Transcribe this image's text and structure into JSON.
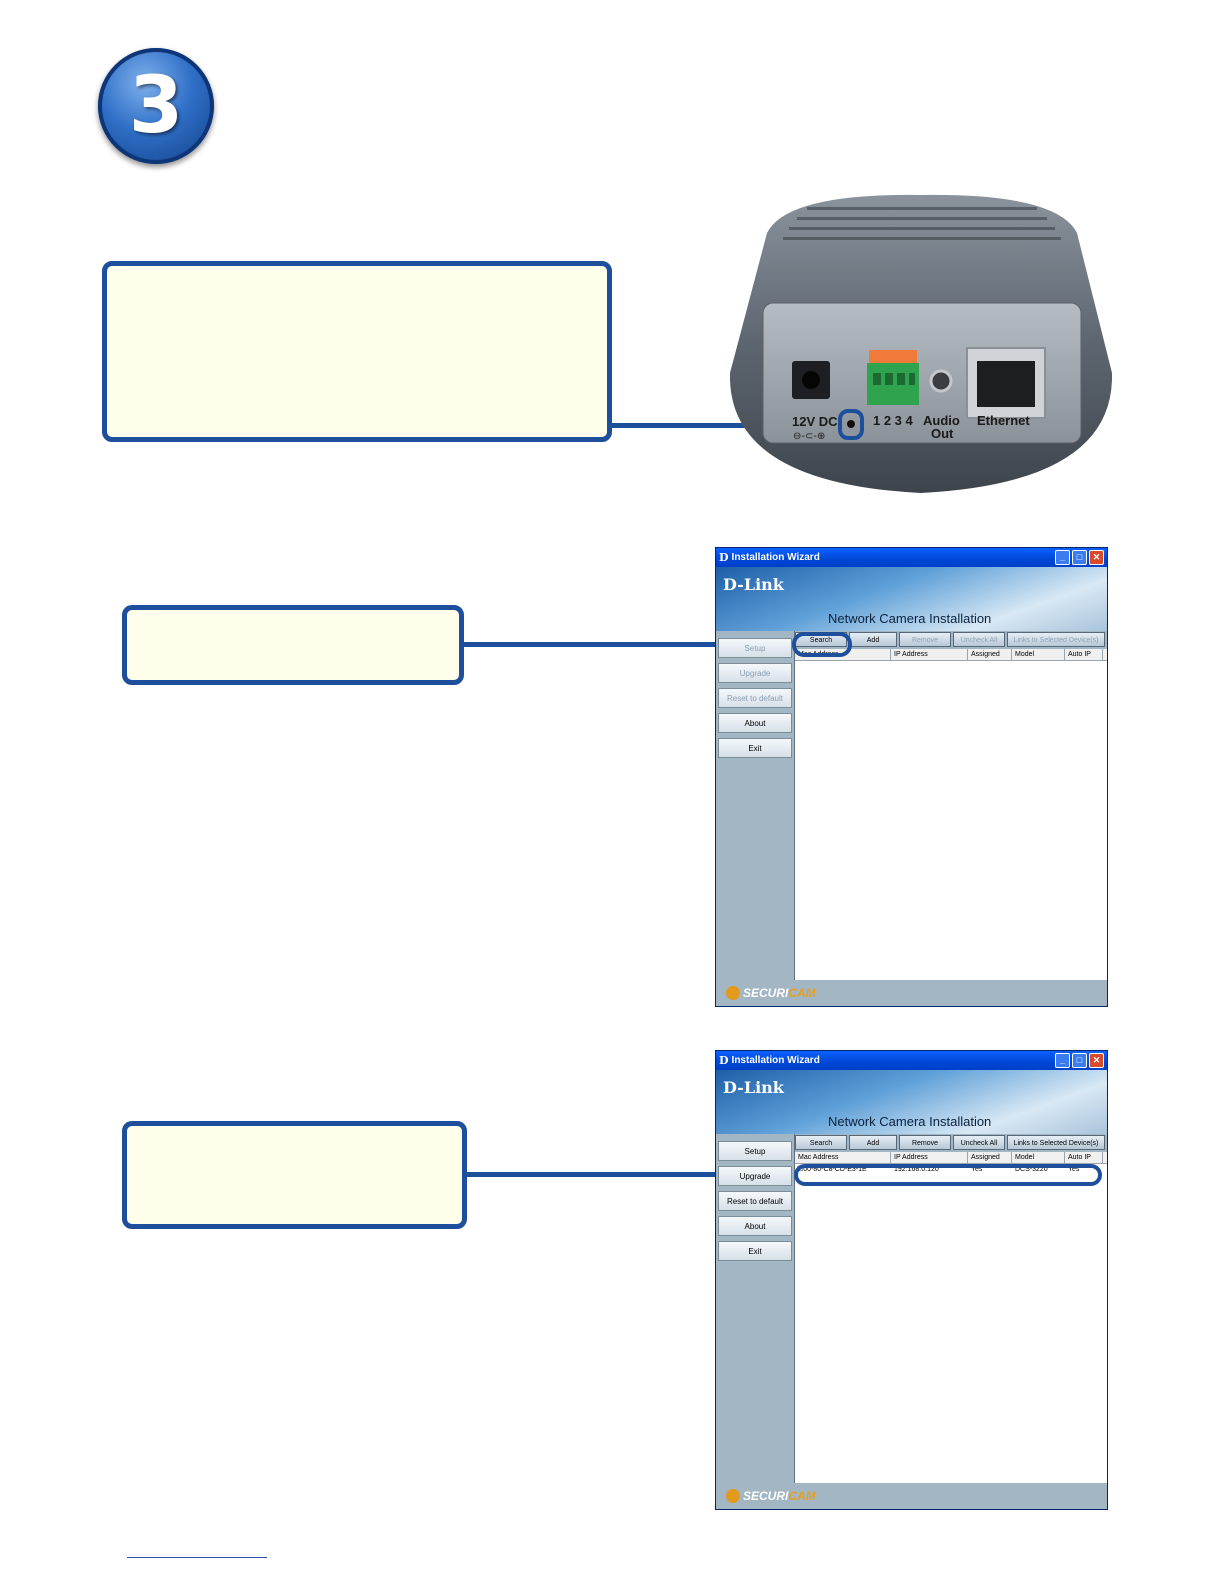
{
  "step_number": "3",
  "camera": {
    "power_label": "12V DC",
    "power_polarity": "⊖-⊂-⊕",
    "io_label": "1 2 3 4",
    "audio_label": "Audio",
    "audio_label2": "Out",
    "ethernet_label": "Ethernet"
  },
  "wizard": {
    "logo": "D",
    "title": "Installation Wizard",
    "brand": "D-Link",
    "heading": "Network Camera Installation",
    "toolbar": [
      "Search",
      "Add",
      "Remove",
      "Uncheck All",
      "Links to Selected Device(s)"
    ],
    "sidebar": [
      "Setup",
      "Upgrade",
      "Reset to default",
      "About",
      "Exit"
    ],
    "columns": [
      "Mac Address",
      "IP Address",
      "Assigned",
      "Model",
      "Auto IP"
    ],
    "footer_a": "SECURI",
    "footer_b": "CAM"
  },
  "device_row": {
    "checkbox": "☑",
    "mac": "00-80-C8-CD-E3-1E",
    "ip": "192.168.0.120",
    "assigned": "Yes",
    "model": "DCS-3220",
    "auto_ip": "Yes"
  }
}
